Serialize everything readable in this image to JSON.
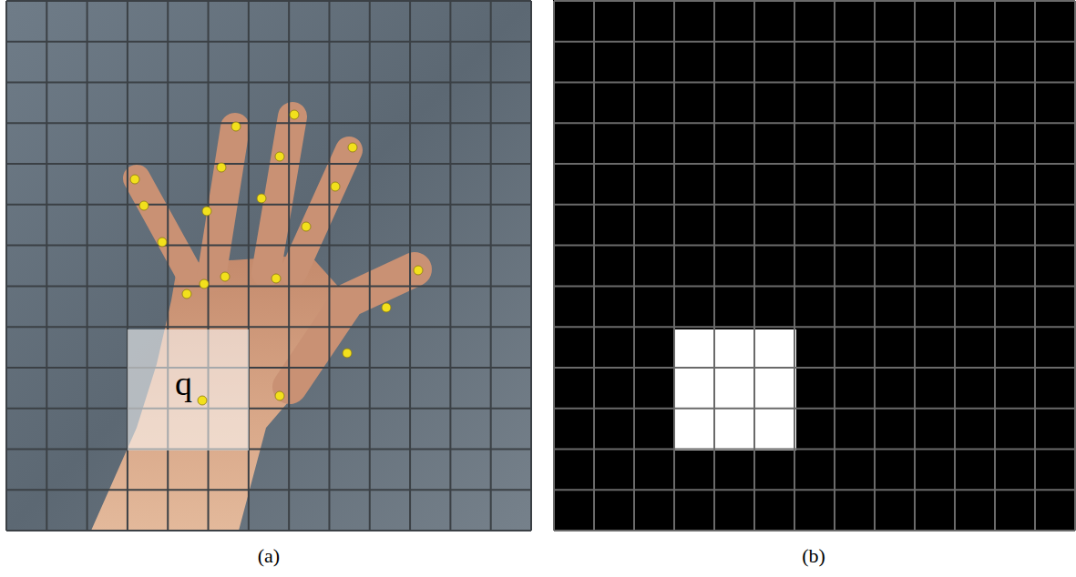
{
  "diagram": {
    "labels": [
      "q",
      "(a)",
      "(b)"
    ]
  }
}
